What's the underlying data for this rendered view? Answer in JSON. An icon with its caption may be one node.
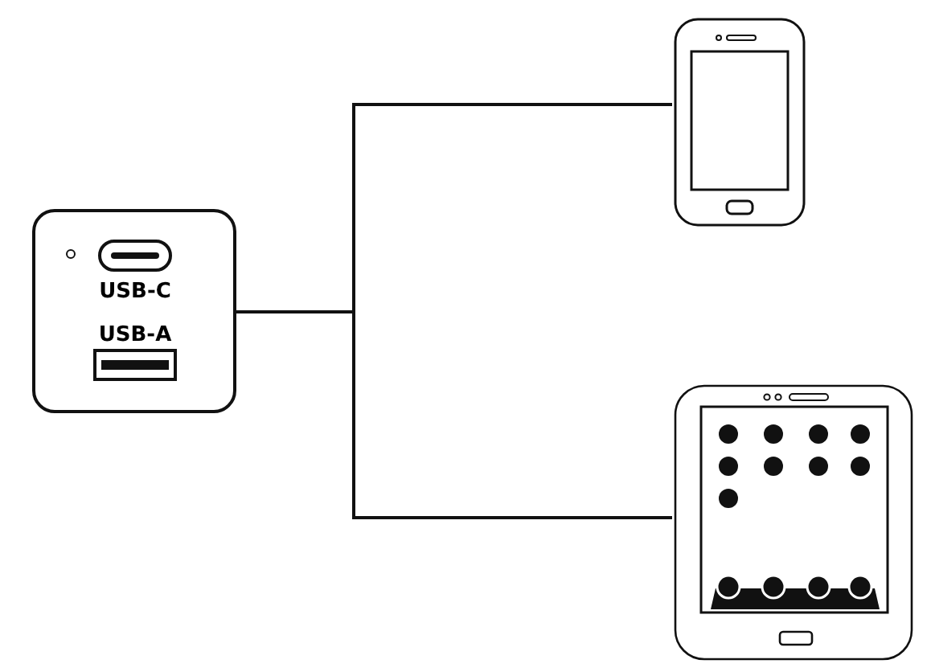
{
  "diagram": {
    "nodes": [
      {
        "text": [
          "USB-C",
          "USB-A"
        ]
      },
      {
        "text": [],
        "shape": "picture"
      },
      {
        "text": [],
        "shape": "picture"
      }
    ],
    "edges": [
      {
        "from": 0,
        "to": 1,
        "arrow": "none"
      },
      {
        "from": 0,
        "to": 2,
        "arrow": "none"
      }
    ]
  }
}
